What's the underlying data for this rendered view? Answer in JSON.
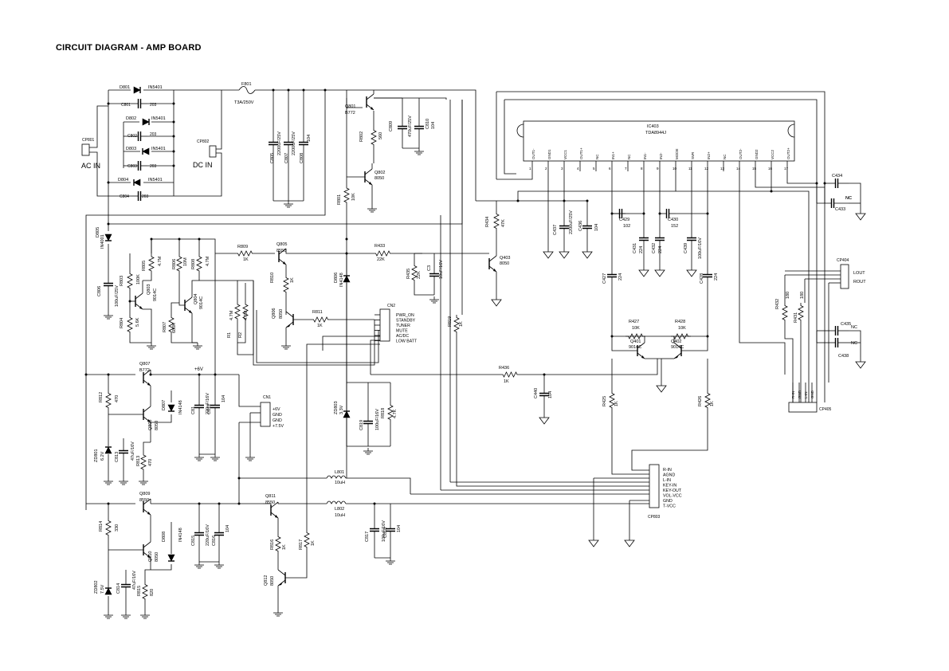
{
  "title": "CIRCUIT DIAGRAM - AMP BOARD",
  "labels": {
    "cp801_ref": "CP801",
    "cp801_name": "AC  IN",
    "cp802_ref": "CP802",
    "cp802_name": "DC  IN",
    "d801": "D801",
    "d801_val": "IN5401",
    "d802": "D802",
    "d802_val": "IN5401",
    "d803": "D803",
    "d803_val": "IN5401",
    "d804": "D804",
    "d804_val": "IN5401",
    "c801": "C801",
    "c801_val": "203",
    "c802": "C802",
    "c802_val": "203",
    "c803": "C803",
    "c803_val": "203",
    "c804": "C804",
    "c804_val": "203",
    "f801": "F801",
    "f801_val": "T3A/250V",
    "c805": "C805",
    "c805_val": "2200uF/25V",
    "c807": "C807",
    "c807_val": "2200uF/25V",
    "c808": "C808",
    "c808_val": "104",
    "q801": "Q801",
    "q801_val": "B772",
    "r802": "R802",
    "r802_val": "560",
    "c809": "C809",
    "c809_val": "470uF/25V",
    "c810": "C810",
    "c810_val": "104",
    "q802": "Q802",
    "q802_val": "8050",
    "r801": "R801",
    "r801_val": "10K",
    "d805": "D805",
    "d805_val": "IN4001",
    "c806": "C806",
    "c806_val": "100uF/25V",
    "r803": "R803",
    "r803_val": "100K",
    "r804": "R804",
    "r804_val": "5.6K",
    "q803": "Q803",
    "q803_val": "9014C",
    "r805": "R805",
    "r805_val": "4.7M",
    "r806": "R806",
    "r806_val": "10M",
    "r807": "R807",
    "r807_val": "680K",
    "q804": "Q804",
    "q804_val": "9014C",
    "r808": "R808",
    "r808_val": "4.7M",
    "r1": "R1",
    "r1_val": "4.7M",
    "r2": "R2",
    "r2_val": "4.7M",
    "r809": "R809",
    "r809_val": "1K",
    "q805": "Q805",
    "q805_val": "8550",
    "r810": "R810",
    "r810_val": "1K",
    "d806": "D806",
    "d806_val": "IN4148",
    "q806": "Q806",
    "q806_val": "8050",
    "r811": "R811",
    "r811_val": "1K",
    "cn2": "CN2",
    "cn2_pins": [
      "PWR_ON",
      "STANDBY",
      "TUNER",
      "MUTE",
      "AC/DC",
      "LOW BATT"
    ],
    "r433": "R433",
    "r433_val": "22K",
    "r435": "R435",
    "r435_val": "22K",
    "c3": "C3",
    "c3_val": "10uF/16V",
    "r434": "R434",
    "r434_val": "47K",
    "q403": "Q403",
    "q403_val": "8050",
    "r819": "R819",
    "r819_val": "1K",
    "ic403": "IC403",
    "ic403_val": "TDA8944J",
    "ic_pins": [
      {
        "n": "1",
        "name": "OUT1-"
      },
      {
        "n": "2",
        "name": "GND1"
      },
      {
        "n": "3",
        "name": "VCC1"
      },
      {
        "n": "4",
        "name": "OUT1+"
      },
      {
        "n": "5",
        "name": "NC"
      },
      {
        "n": "6",
        "name": "IN1+"
      },
      {
        "n": "7",
        "name": "NC"
      },
      {
        "n": "8",
        "name": "IN1-"
      },
      {
        "n": "9",
        "name": "IN2-"
      },
      {
        "n": "10",
        "name": "MODE"
      },
      {
        "n": "11",
        "name": "SVR"
      },
      {
        "n": "12",
        "name": "IN2+"
      },
      {
        "n": "13",
        "name": "NC"
      },
      {
        "n": "14",
        "name": "OUT2-"
      },
      {
        "n": "15",
        "name": "GND2"
      },
      {
        "n": "16",
        "name": "VCC2"
      },
      {
        "n": "17",
        "name": "OUT2+"
      }
    ],
    "c437": "C437",
    "c437_val": "2200uF/25V",
    "c436": "C436",
    "c436_val": "104",
    "c429": "C429",
    "c429_val": "102",
    "c430": "C430",
    "c430_val": "152",
    "c431": "C431",
    "c431_val": "224",
    "c432": "C432",
    "c432_val": "224",
    "c439": "C439",
    "c439_val": "100uF/16V",
    "c427": "C427",
    "c427_val": "224",
    "c428": "C428",
    "c428_val": "224",
    "c434": "C434",
    "c434_val": "NC",
    "c433": "C433",
    "c433_val": "NC",
    "c435": "C435",
    "c435_val": "NC",
    "c438": "C438",
    "c438_val": "NC",
    "cp404": "CP404",
    "cp404_lout": "LOUT",
    "cp404_rout": "ROUT",
    "r432": "R432",
    "r432_val": "180",
    "r431": "R431",
    "r431_val": "180",
    "cp405": "CP405",
    "cp405_pins": [
      "R-IN",
      "GND",
      "L-IN",
      "GND"
    ],
    "r427": "R427",
    "r427_val": "10K",
    "r428": "R428",
    "r428_val": "10K",
    "q401": "Q401",
    "q401_val": "9014C",
    "q402": "Q402",
    "q402_val": "9014C",
    "r436": "R436",
    "r436_val": "1K",
    "c440": "C440",
    "c440_val": "104",
    "r425": "R425",
    "r425_val": "1K",
    "r426": "R426",
    "r426_val": "1K",
    "q807": "Q807",
    "q807_val": "B772",
    "plus6v": "+6V",
    "r812": "R812",
    "r812_val": "470",
    "q808": "Q808",
    "q808_val": "8050",
    "d807": "D807",
    "d807_val": "IN4148",
    "c81": "C81",
    "c81_val": "220uF/16V",
    "c812": "C812",
    "c812_val": "104",
    "cn1": "CN1",
    "cn1_pins": [
      "+6V",
      "GND",
      "GND",
      "+7.5V"
    ],
    "zd801": "ZD801",
    "zd801_val": "6.2V",
    "c813": "C813",
    "c813_val": "47uF/16V",
    "r813": "R813",
    "r813_val": "470",
    "zd803": "ZD803",
    "zd803_val": "3.3V",
    "c819": "C819",
    "c819_val": "100uF/16V",
    "r818": "R818",
    "r818_val": "4.7K",
    "l801": "L801",
    "l801_val": "10uH",
    "l802": "L802",
    "l802_val": "10uH",
    "cp803": "CP803",
    "cp803_pins": [
      "R-IN",
      "AGND",
      "L-IN",
      "KEY-IN",
      "KEY-OUT",
      "VOL-VCC",
      "GND",
      "T-VCC"
    ],
    "q809": "Q809",
    "q809_val": "8550",
    "r814": "R814",
    "r814_val": "330",
    "q810": "Q810",
    "q810_val": "8050",
    "d808": "D808",
    "d808_val": "IN4148",
    "c815": "C815",
    "c815_val": "220uF/16V",
    "c816": "C816",
    "c816_val": "104",
    "zd802": "ZD802",
    "zd802_val": "7.5V",
    "c814": "C814",
    "c814_val": "47uF/16V",
    "r815": "R815",
    "r815_val": "820",
    "q811": "Q811",
    "q811_val": "8550",
    "r816": "R816",
    "r816_val": "1K",
    "r817": "R817",
    "r817_val": "1K",
    "q812": "Q812",
    "q812_val": "8050",
    "c817": "C817",
    "c817_val": "100uF/16V",
    "c818": "C818",
    "c818_val": "104"
  }
}
